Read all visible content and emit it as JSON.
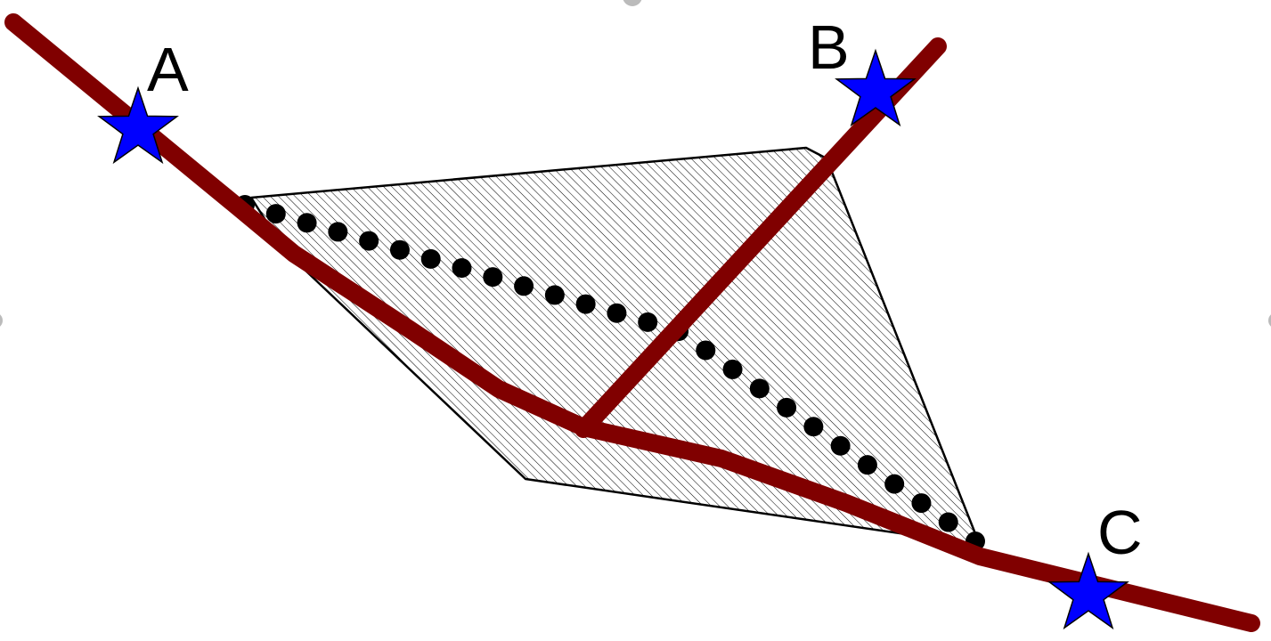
{
  "labels": {
    "a": "A",
    "b": "B",
    "c": "C"
  },
  "colors": {
    "route": "#800000",
    "star": "#0000ff",
    "hatch": "#000000"
  }
}
